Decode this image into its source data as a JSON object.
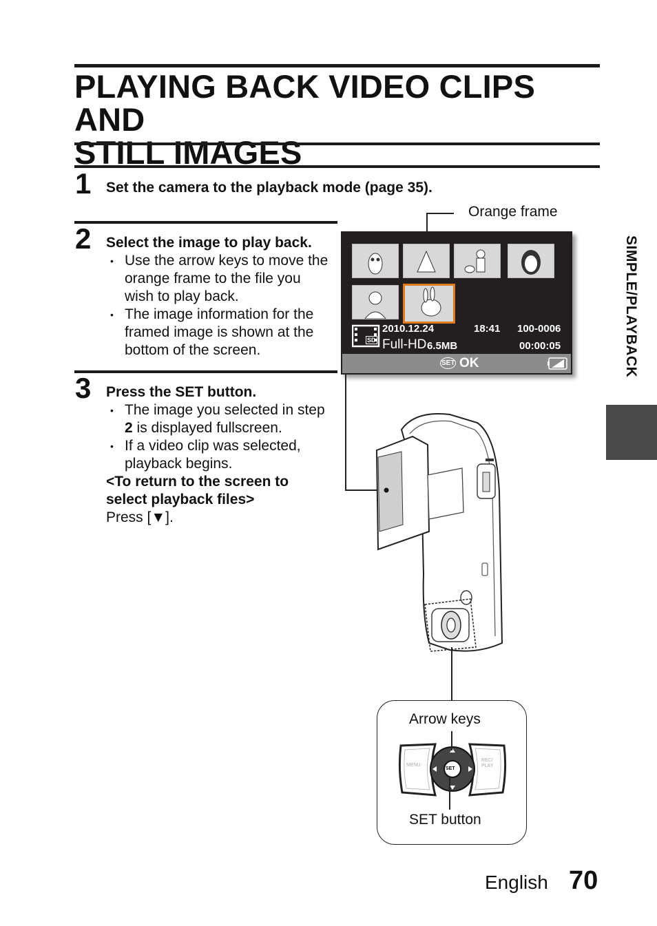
{
  "page": {
    "title_line1": "PLAYING BACK VIDEO CLIPS AND",
    "title_line2": "STILL IMAGES",
    "side_label": "SIMPLE/PLAYBACK",
    "footer_language": "English",
    "footer_page": "70"
  },
  "steps": [
    {
      "number": "1",
      "heading": "Set the camera to the playback mode (page 35)."
    },
    {
      "number": "2",
      "heading": "Select the image to play back.",
      "bullets": [
        "Use the arrow keys to move the orange frame to the file you wish to play back.",
        "The image information for the framed image is shown at the bottom of the screen."
      ]
    },
    {
      "number": "3",
      "heading": "Press the SET button.",
      "bullet1_pre": "The image you selected in step ",
      "bullet1_bold": "2",
      "bullet1_post": " is displayed fullscreen.",
      "bullet2": "If a video clip was selected, playback begins.",
      "return_heading_line1": "<To return to the screen to",
      "return_heading_line2": "select playback files>",
      "return_text": "Press [▼]."
    }
  ],
  "figure": {
    "label_orange_frame": "Orange frame",
    "label_arrow_keys": "Arrow keys",
    "label_set_button": "SET button",
    "screen": {
      "date": "2010.12.24",
      "time": "18:41",
      "file_no": "100-0006",
      "mode": "Full-HD",
      "size": "6.5MB",
      "duration": "00:00:05",
      "sd_badge": "SD",
      "set_badge": "SET",
      "ok_label": "OK"
    },
    "keypad": {
      "menu": "MENU",
      "rec_play_1": "REC/",
      "rec_play_2": "PLAY",
      "set": "SET"
    }
  }
}
